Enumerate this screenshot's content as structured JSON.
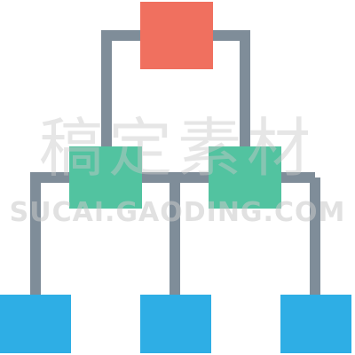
{
  "diagram": {
    "name": "hierarchy-icon",
    "colors": {
      "root": "#f0705f",
      "middle": "#52c3a0",
      "leaf": "#2eaee5",
      "connector": "#7f8d99"
    },
    "nodes": {
      "root": "root-node",
      "middle": [
        "middle-node-left",
        "middle-node-right"
      ],
      "leaves": [
        "leaf-node-left",
        "leaf-node-center",
        "leaf-node-right"
      ]
    }
  },
  "watermark": {
    "chinese": "稿定素材",
    "domain": "SUCAI.GAODING.COM"
  }
}
